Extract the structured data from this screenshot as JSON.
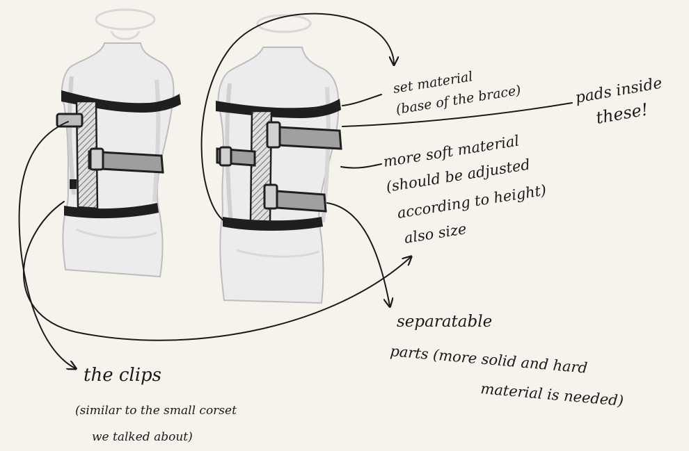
{
  "theme": {
    "background": "#f6f3ec",
    "ink": "#1a1a1a",
    "torso_fill": "#ebebeb",
    "torso_shade": "#cfcfcf",
    "strap": "#1f1f1f",
    "hatch": "#7a7a7a"
  },
  "figures": [
    {
      "name": "front-torso",
      "view": "front"
    },
    {
      "name": "back-torso",
      "view": "back"
    }
  ],
  "annotations": {
    "set_material": [
      "set material",
      "(base of the brace)"
    ],
    "pads_inside": [
      "pads inside",
      "these!"
    ],
    "soft_material": [
      "more soft material",
      "(should be adjusted",
      "according to height)",
      "also size"
    ],
    "separatable_parts": [
      "separatable",
      "parts (more solid and hard",
      "material is needed)"
    ],
    "the_clips": [
      "the clips",
      "(similar to the small corset",
      "we talked about)"
    ]
  }
}
